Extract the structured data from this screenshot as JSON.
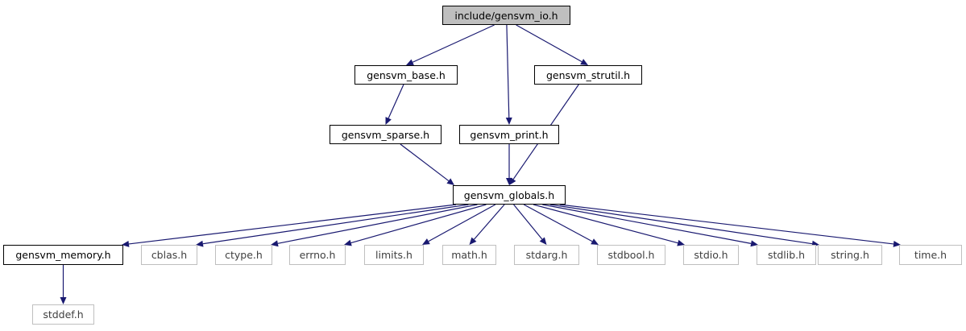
{
  "colors": {
    "edge": "#191970",
    "root_fill": "#bfbfbf",
    "node_border": "#000000",
    "external_border": "#bfbfbf"
  },
  "nodes": {
    "gensvm_io": "include/gensvm_io.h",
    "gensvm_base": "gensvm_base.h",
    "gensvm_strutil": "gensvm_strutil.h",
    "gensvm_sparse": "gensvm_sparse.h",
    "gensvm_print": "gensvm_print.h",
    "gensvm_globals": "gensvm_globals.h",
    "gensvm_memory": "gensvm_memory.h",
    "cblas": "cblas.h",
    "ctype": "ctype.h",
    "errno": "errno.h",
    "limits": "limits.h",
    "math": "math.h",
    "stdarg": "stdarg.h",
    "stdbool": "stdbool.h",
    "stdio": "stdio.h",
    "stdlib": "stdlib.h",
    "string": "string.h",
    "time": "time.h",
    "stddef": "stddef.h"
  },
  "edges": [
    [
      "gensvm_io",
      "gensvm_base"
    ],
    [
      "gensvm_io",
      "gensvm_print"
    ],
    [
      "gensvm_io",
      "gensvm_strutil"
    ],
    [
      "gensvm_base",
      "gensvm_sparse"
    ],
    [
      "gensvm_sparse",
      "gensvm_globals"
    ],
    [
      "gensvm_print",
      "gensvm_globals"
    ],
    [
      "gensvm_strutil",
      "gensvm_globals"
    ],
    [
      "gensvm_globals",
      "gensvm_memory"
    ],
    [
      "gensvm_globals",
      "cblas"
    ],
    [
      "gensvm_globals",
      "ctype"
    ],
    [
      "gensvm_globals",
      "errno"
    ],
    [
      "gensvm_globals",
      "limits"
    ],
    [
      "gensvm_globals",
      "math"
    ],
    [
      "gensvm_globals",
      "stdarg"
    ],
    [
      "gensvm_globals",
      "stdbool"
    ],
    [
      "gensvm_globals",
      "stdio"
    ],
    [
      "gensvm_globals",
      "stdlib"
    ],
    [
      "gensvm_globals",
      "string"
    ],
    [
      "gensvm_globals",
      "time"
    ],
    [
      "gensvm_memory",
      "stddef"
    ]
  ]
}
